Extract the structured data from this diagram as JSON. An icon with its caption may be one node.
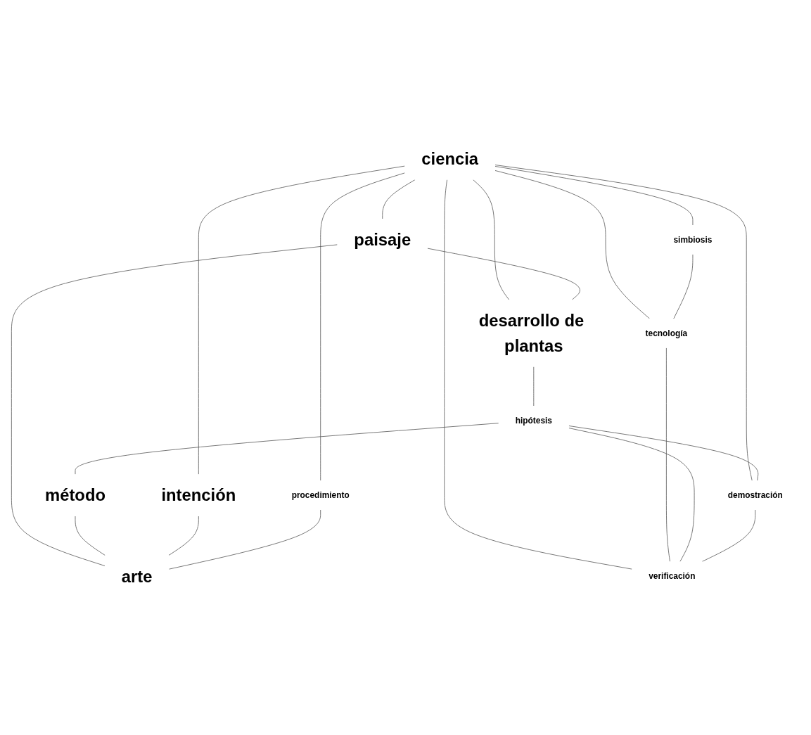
{
  "diagram": {
    "nodes": [
      {
        "text": [
          "ciencia"
        ]
      },
      {
        "text": [
          "paisaje"
        ]
      },
      {
        "text": [
          "tecnología"
        ]
      },
      {
        "text": [
          "simbiosis"
        ]
      },
      {
        "text": [
          "hipótesis"
        ]
      },
      {
        "text": [
          "desarrollo de plantas"
        ]
      },
      {
        "text": [
          "verificación"
        ]
      },
      {
        "text": [
          "método"
        ]
      },
      {
        "text": [
          "demostración"
        ]
      },
      {
        "text": [
          "intención"
        ]
      },
      {
        "text": [
          "procedimiento"
        ]
      },
      {
        "text": [
          "arte"
        ]
      }
    ],
    "edges": [
      {
        "from": 0,
        "to": 1,
        "arrow": "none"
      },
      {
        "from": 0,
        "to": 3,
        "arrow": "none"
      },
      {
        "from": 0,
        "to": 2,
        "arrow": "none"
      },
      {
        "from": 3,
        "to": 2,
        "arrow": "none"
      },
      {
        "from": 0,
        "to": 5,
        "arrow": "none"
      },
      {
        "from": 0,
        "to": 8,
        "arrow": "none"
      },
      {
        "from": 0,
        "to": 6,
        "arrow": "none"
      },
      {
        "from": 0,
        "to": 9,
        "arrow": "none"
      },
      {
        "from": 0,
        "to": 10,
        "arrow": "none"
      },
      {
        "from": 1,
        "to": 5,
        "arrow": "none"
      },
      {
        "from": 1,
        "to": 11,
        "arrow": "none"
      },
      {
        "from": 2,
        "to": 6,
        "arrow": "none"
      },
      {
        "from": 5,
        "to": 4,
        "arrow": "none"
      },
      {
        "from": 4,
        "to": 7,
        "arrow": "none"
      },
      {
        "from": 4,
        "to": 8,
        "arrow": "none"
      },
      {
        "from": 4,
        "to": 6,
        "arrow": "none"
      },
      {
        "from": 8,
        "to": 6,
        "arrow": "none"
      },
      {
        "from": 7,
        "to": 11,
        "arrow": "none"
      },
      {
        "from": 9,
        "to": 11,
        "arrow": "none"
      },
      {
        "from": 10,
        "to": 11,
        "arrow": "none"
      }
    ]
  }
}
